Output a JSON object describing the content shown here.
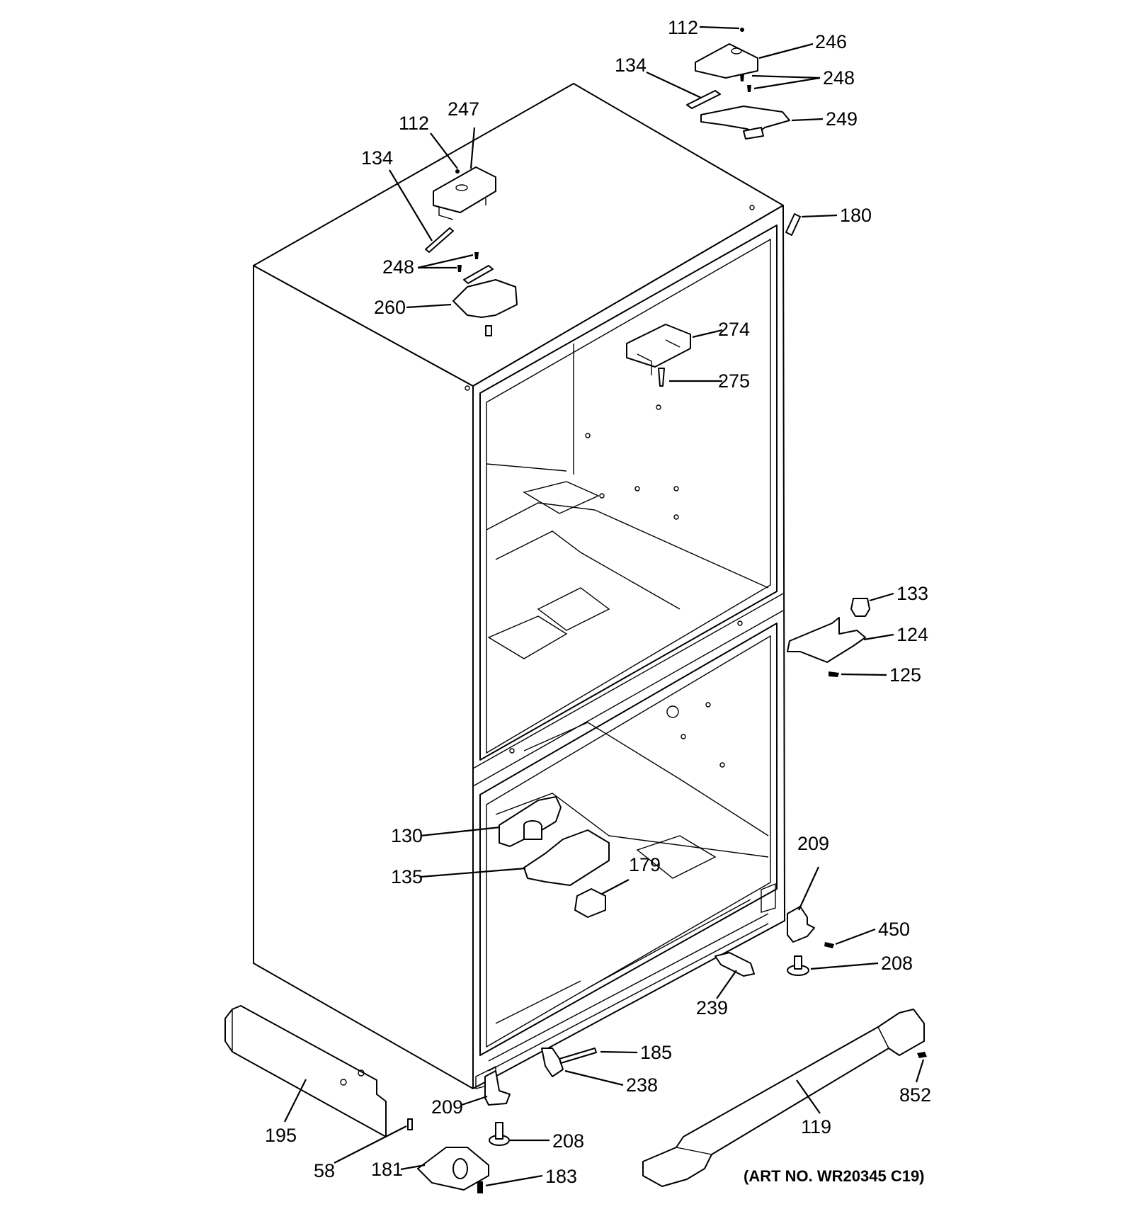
{
  "diagram": {
    "art_number": "(ART NO. WR20345 C19)",
    "callouts": [
      {
        "id": "c112a",
        "label": "112"
      },
      {
        "id": "c246",
        "label": "246"
      },
      {
        "id": "c134a",
        "label": "134"
      },
      {
        "id": "c248a",
        "label": "248"
      },
      {
        "id": "c249",
        "label": "249"
      },
      {
        "id": "c112b",
        "label": "112"
      },
      {
        "id": "c247",
        "label": "247"
      },
      {
        "id": "c134b",
        "label": "134"
      },
      {
        "id": "c180",
        "label": "180"
      },
      {
        "id": "c248b",
        "label": "248"
      },
      {
        "id": "c260",
        "label": "260"
      },
      {
        "id": "c274",
        "label": "274"
      },
      {
        "id": "c275",
        "label": "275"
      },
      {
        "id": "c133",
        "label": "133"
      },
      {
        "id": "c124",
        "label": "124"
      },
      {
        "id": "c125",
        "label": "125"
      },
      {
        "id": "c130",
        "label": "130"
      },
      {
        "id": "c209a",
        "label": "209"
      },
      {
        "id": "c179",
        "label": "179"
      },
      {
        "id": "c135",
        "label": "135"
      },
      {
        "id": "c450",
        "label": "450"
      },
      {
        "id": "c208a",
        "label": "208"
      },
      {
        "id": "c239",
        "label": "239"
      },
      {
        "id": "c185",
        "label": "185"
      },
      {
        "id": "c852",
        "label": "852"
      },
      {
        "id": "c238",
        "label": "238"
      },
      {
        "id": "c209b",
        "label": "209"
      },
      {
        "id": "c119",
        "label": "119"
      },
      {
        "id": "c195",
        "label": "195"
      },
      {
        "id": "c208b",
        "label": "208"
      },
      {
        "id": "c58",
        "label": "58"
      },
      {
        "id": "c181",
        "label": "181"
      },
      {
        "id": "c183",
        "label": "183"
      }
    ]
  }
}
